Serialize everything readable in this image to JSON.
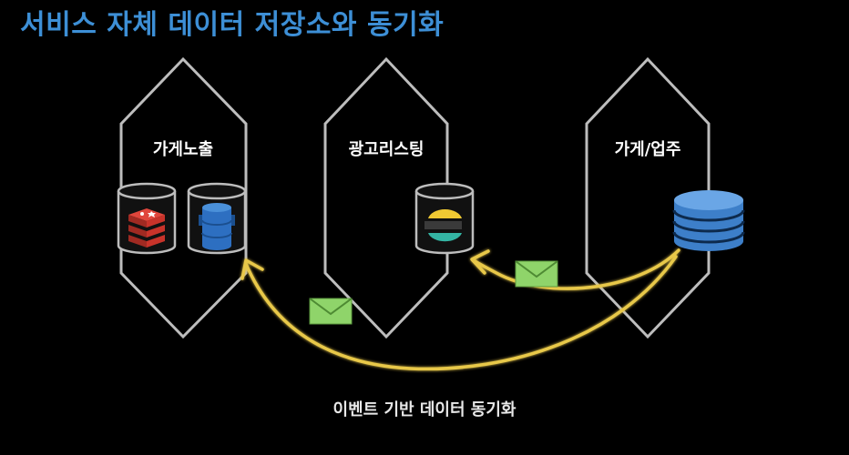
{
  "title": "서비스 자체 데이터 저장소와 동기화",
  "services": [
    {
      "name": "가게노출",
      "stores": [
        "redis-icon",
        "dynamodb-icon"
      ]
    },
    {
      "name": "광고리스팅",
      "stores": [
        "elasticsearch-icon"
      ]
    },
    {
      "name": "가게/업주",
      "stores": [
        "database-icon"
      ]
    }
  ],
  "caption": "이벤트 기반 데이터 동기화",
  "colors": {
    "title": "#3d8fd6",
    "hexagon_stroke": "#bdbdbd",
    "arrow": "#e8c84a",
    "envelope": "#8fd46a",
    "db_blue": "#3d7fc9",
    "redis_red": "#c8332a",
    "dynamodb_blue": "#2d6fc1"
  }
}
